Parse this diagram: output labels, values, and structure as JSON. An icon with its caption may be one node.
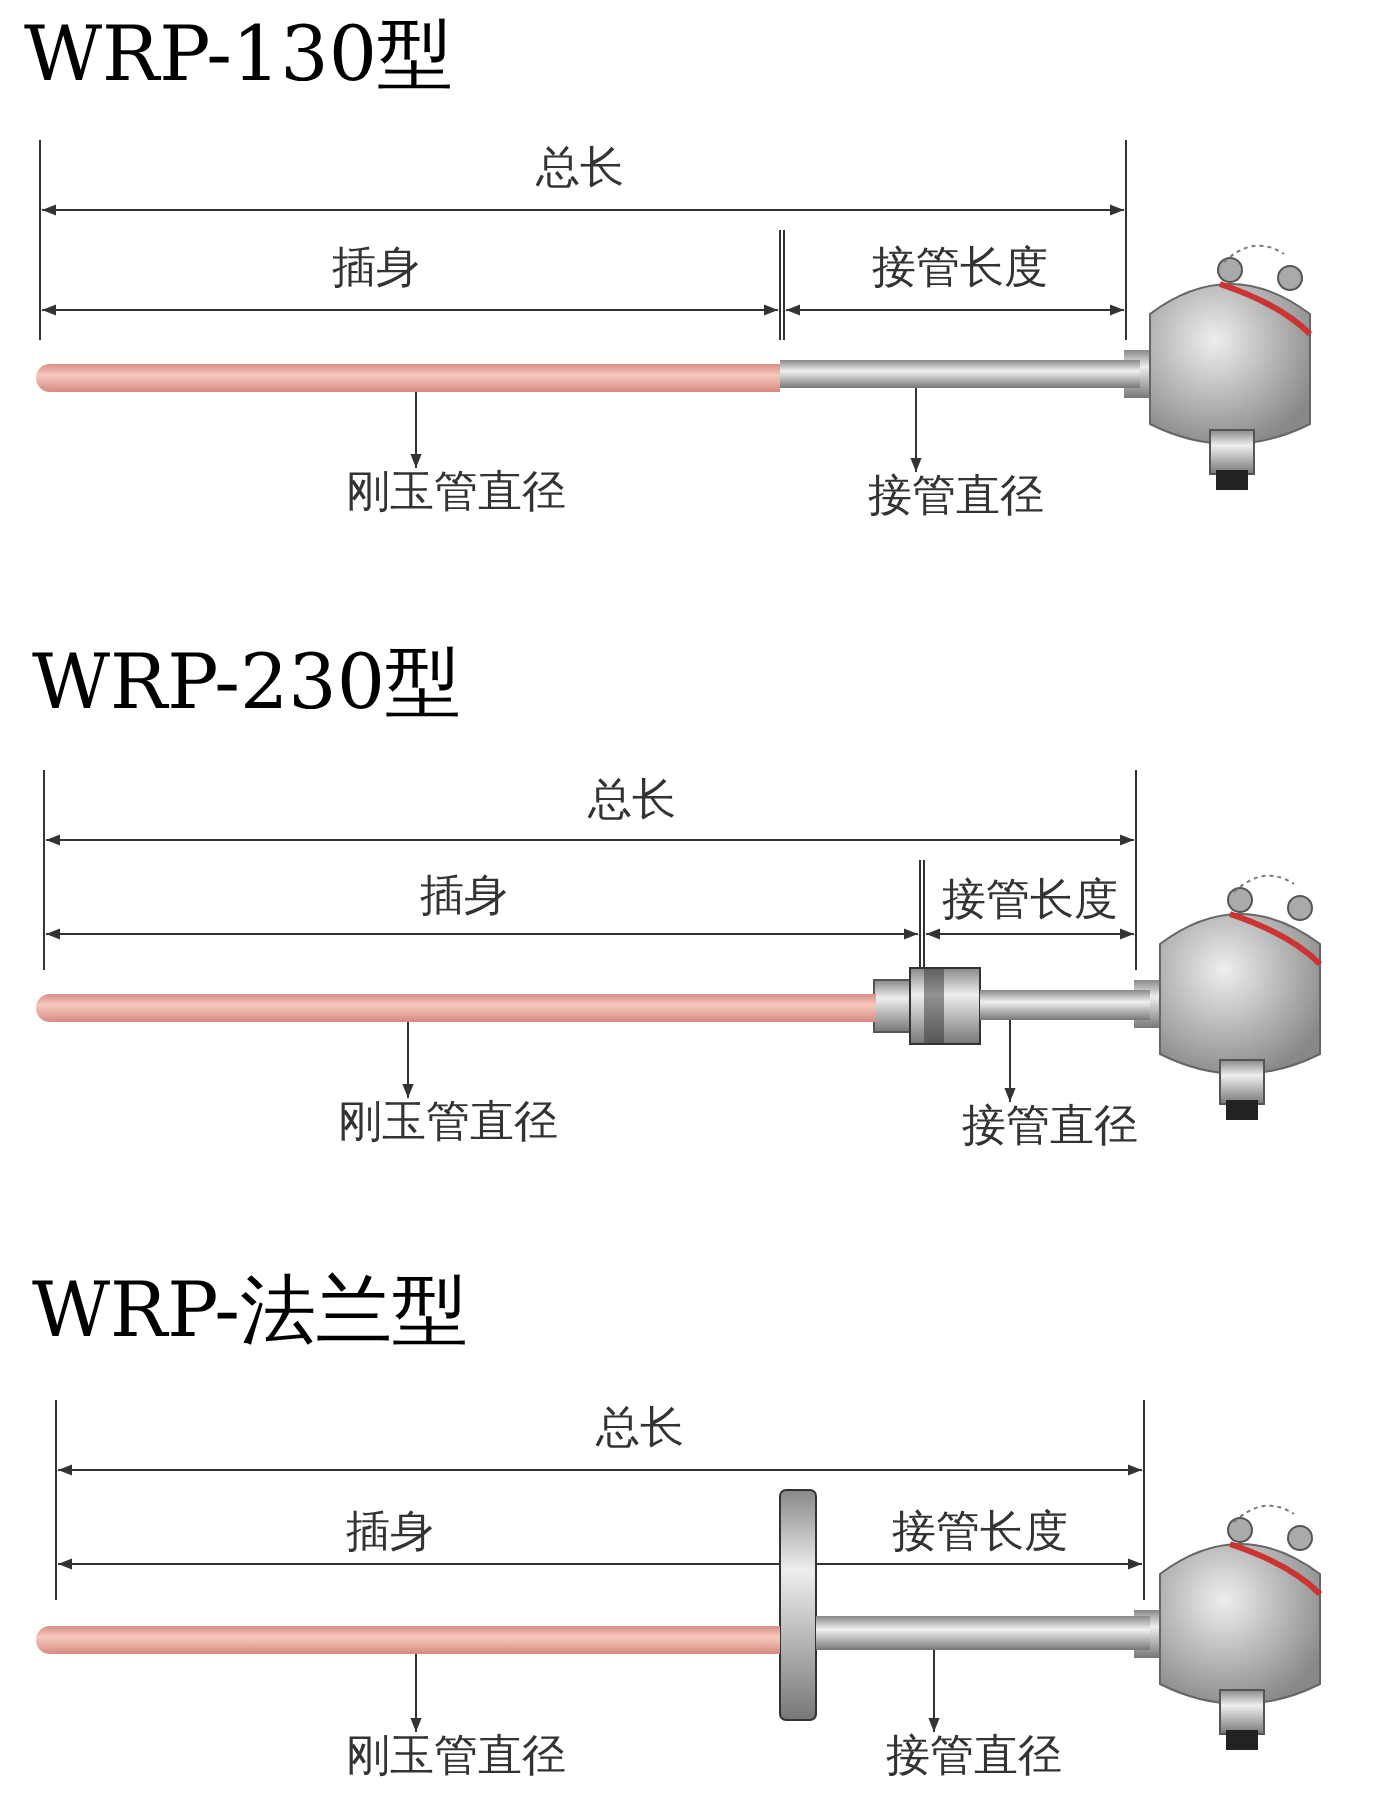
{
  "diagram": {
    "nodes": [
      {
        "text": [],
        "shape": "bar"
      },
      {
        "text": [
          "刚玉管直径"
        ]
      },
      {
        "text": [],
        "shape": "bar"
      },
      {
        "text": [
          "接管直径"
        ]
      },
      {
        "text": [],
        "shape": "bar"
      },
      {
        "text": [
          "刚玉管直径"
        ]
      },
      {
        "text": [],
        "shape": "bar"
      },
      {
        "text": [
          "接管直径"
        ]
      },
      {
        "text": [],
        "shape": "bar"
      },
      {
        "text": [
          "刚玉管直径"
        ]
      },
      {
        "text": [],
        "shape": "bar"
      },
      {
        "text": [
          "接管直径"
        ]
      }
    ],
    "edges": [
      {
        "from": 0,
        "to": 1,
        "arrow": "to"
      },
      {
        "from": 2,
        "to": 3,
        "arrow": "to"
      },
      {
        "from": 4,
        "to": 5,
        "arrow": "to"
      },
      {
        "from": 6,
        "to": 7,
        "arrow": "to"
      },
      {
        "from": 8,
        "to": 9,
        "arrow": "to"
      },
      {
        "from": 10,
        "to": 11,
        "arrow": "to"
      }
    ],
    "labels": [
      "WRP-130型",
      "总长",
      "插身",
      "接管长度",
      "WRP-230型",
      "总长",
      "插身",
      "接管长度",
      "WRP-法兰型",
      "总长",
      "插身",
      "接管长度"
    ]
  }
}
